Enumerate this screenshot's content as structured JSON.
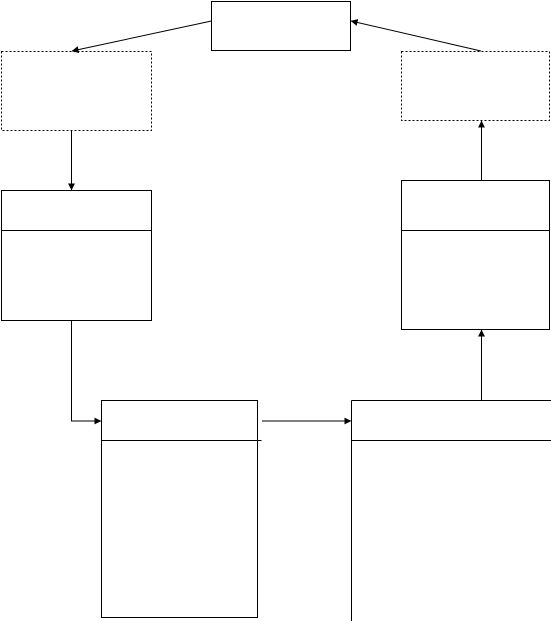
{
  "diagram": {
    "kind": "uml-class-style block diagram",
    "colors": {
      "stroke": "#000000",
      "background": "#ffffff"
    },
    "nodes": [
      {
        "id": "top-box",
        "style": "solid",
        "compartments": 1,
        "label": ""
      },
      {
        "id": "left-dashed-box",
        "style": "dashed",
        "compartments": 1,
        "label": ""
      },
      {
        "id": "right-dashed-box",
        "style": "dashed",
        "compartments": 1,
        "label": ""
      },
      {
        "id": "left-class-box",
        "style": "solid",
        "compartments": 2,
        "label": ""
      },
      {
        "id": "right-class-box",
        "style": "solid",
        "compartments": 2,
        "label": ""
      },
      {
        "id": "bottom-left-class-box",
        "style": "solid",
        "compartments": 2,
        "label": ""
      },
      {
        "id": "bottom-right-class-box",
        "style": "solid",
        "compartments": 2,
        "label": ""
      }
    ],
    "edges": [
      {
        "from": "top-box",
        "to": "left-dashed-box"
      },
      {
        "from": "right-dashed-box",
        "to": "top-box"
      },
      {
        "from": "left-dashed-box",
        "to": "left-class-box"
      },
      {
        "from": "left-class-box",
        "to": "bottom-left-class-box"
      },
      {
        "from": "bottom-left-class-box",
        "to": "bottom-right-class-box"
      },
      {
        "from": "bottom-right-class-box",
        "to": "right-class-box"
      },
      {
        "from": "right-class-box",
        "to": "right-dashed-box"
      }
    ]
  }
}
